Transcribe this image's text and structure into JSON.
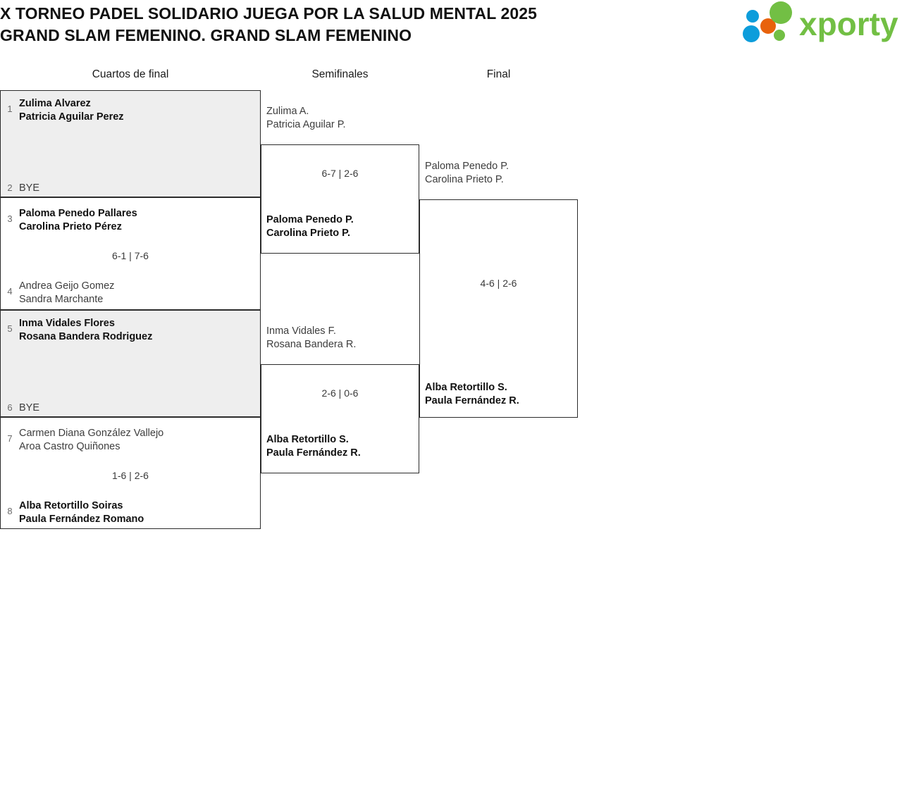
{
  "header": {
    "title_line_1": "X TORNEO PADEL SOLIDARIO JUEGA POR LA SALUD MENTAL 2025",
    "title_line_2": "GRAND SLAM FEMENINO. GRAND SLAM FEMENINO",
    "logo_text": "xporty",
    "logo_colors": {
      "green": "#72bf44",
      "blue": "#0d9ddb",
      "orange": "#e8620c",
      "text_green": "#72bf44"
    }
  },
  "rounds": [
    {
      "label": "Cuartos de final"
    },
    {
      "label": "Semifinales"
    },
    {
      "label": "Final"
    }
  ],
  "colors": {
    "shaded_row": "#eeeeee",
    "border": "#2b2b2b",
    "winner_text": "#111111",
    "loser_text": "#3d3d3d",
    "seed_text": "#6a6a6a"
  },
  "matches": {
    "qf1": {
      "shaded": true,
      "score": "",
      "top": {
        "seed": "1",
        "line1": "Zulima Alvarez",
        "line2": "Patricia Aguilar Perez",
        "winner": true
      },
      "bottom": {
        "seed": "2",
        "line1": "BYE",
        "line2": "",
        "winner": false
      }
    },
    "qf2": {
      "shaded": false,
      "score": "6-1 | 7-6",
      "top": {
        "seed": "3",
        "line1": "Paloma Penedo Pallares",
        "line2": "Carolina Prieto Pérez",
        "winner": true
      },
      "bottom": {
        "seed": "4",
        "line1": "Andrea Geijo Gomez",
        "line2": "Sandra Marchante",
        "winner": false
      }
    },
    "qf3": {
      "shaded": true,
      "score": "",
      "top": {
        "seed": "5",
        "line1": "Inma Vidales Flores",
        "line2": "Rosana Bandera Rodriguez",
        "winner": true
      },
      "bottom": {
        "seed": "6",
        "line1": "BYE",
        "line2": "",
        "winner": false
      }
    },
    "qf4": {
      "shaded": false,
      "score": "1-6 | 2-6",
      "top": {
        "seed": "7",
        "line1": "Carmen Diana González Vallejo",
        "line2": "Aroa Castro Quiñones",
        "winner": false
      },
      "bottom": {
        "seed": "8",
        "line1": "Alba Retortillo Soiras",
        "line2": "Paula Fernández Romano",
        "winner": true
      }
    },
    "sf1": {
      "shaded": false,
      "score": "6-7 | 2-6",
      "top": {
        "seed": "",
        "line1": "Zulima A.",
        "line2": "Patricia Aguilar P.",
        "winner": false
      },
      "bottom": {
        "seed": "",
        "line1": "Paloma Penedo P.",
        "line2": "Carolina Prieto P.",
        "winner": true
      }
    },
    "sf2": {
      "shaded": false,
      "score": "2-6 | 0-6",
      "top": {
        "seed": "",
        "line1": "Inma Vidales F.",
        "line2": "Rosana Bandera R.",
        "winner": false
      },
      "bottom": {
        "seed": "",
        "line1": "Alba Retortillo S.",
        "line2": "Paula Fernández R.",
        "winner": true
      }
    },
    "f1": {
      "shaded": false,
      "score": "4-6 | 2-6",
      "top": {
        "seed": "",
        "line1": "Paloma Penedo P.",
        "line2": "Carolina Prieto P.",
        "winner": false
      },
      "bottom": {
        "seed": "",
        "line1": "Alba Retortillo S.",
        "line2": "Paula Fernández R.",
        "winner": true
      }
    }
  }
}
